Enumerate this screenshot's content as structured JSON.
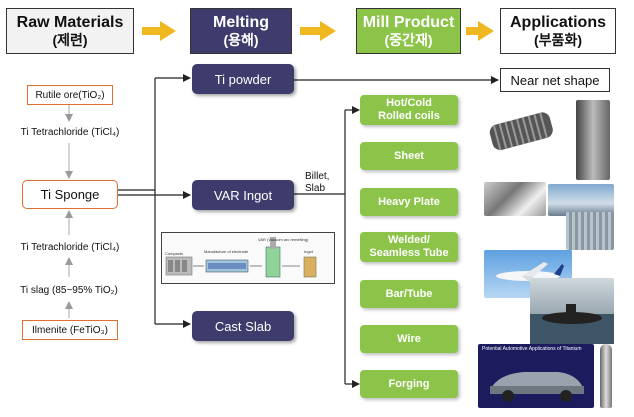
{
  "headers": {
    "raw": {
      "title": "Raw Materials",
      "sub": "(제련)"
    },
    "melting": {
      "title": "Melting",
      "sub": "(용해)"
    },
    "mill": {
      "title": "Mill Product",
      "sub": "(중간재)"
    },
    "applications": {
      "title": "Applications",
      "sub": "(부품화)"
    }
  },
  "raw_chain": {
    "rutile": "Rutile ore(TiO₂)",
    "ticl4_top": "Ti Tetrachloride (TiCl₄)",
    "sponge": "Ti Sponge",
    "ticl4_bottom": "Ti Tetrachloride (TiCl₄)",
    "slag": "Ti slag (85~95% TiO₂)",
    "ilmenite": "Ilmenite (FeTiO₃)"
  },
  "melting": {
    "powder": "Ti powder",
    "var_ingot": "VAR Ingot",
    "cast_slab": "Cast Slab",
    "billet_label": "Billet,",
    "slab_label": "Slab"
  },
  "process_schematic": {
    "compacts": "Compacts",
    "electrode": "Manufacture of electrode",
    "var_vacuum": "VAR (Vacuum arc remelting)",
    "ingot": "Ingot"
  },
  "near_net": "Near net shape",
  "mill_products": [
    "Hot/Cold\nRolled coils",
    "Sheet",
    "Heavy Plate",
    "Welded/\nSeamless Tube",
    "Bar/Tube",
    "Wire",
    "Forging"
  ],
  "applications_caption": "Potential Automotive Applications of Titanium",
  "colors": {
    "melting": "#3e3c6c",
    "mill": "#8cc44a",
    "accent_arrow": "#f0b820",
    "raw_border": "#e07030"
  }
}
